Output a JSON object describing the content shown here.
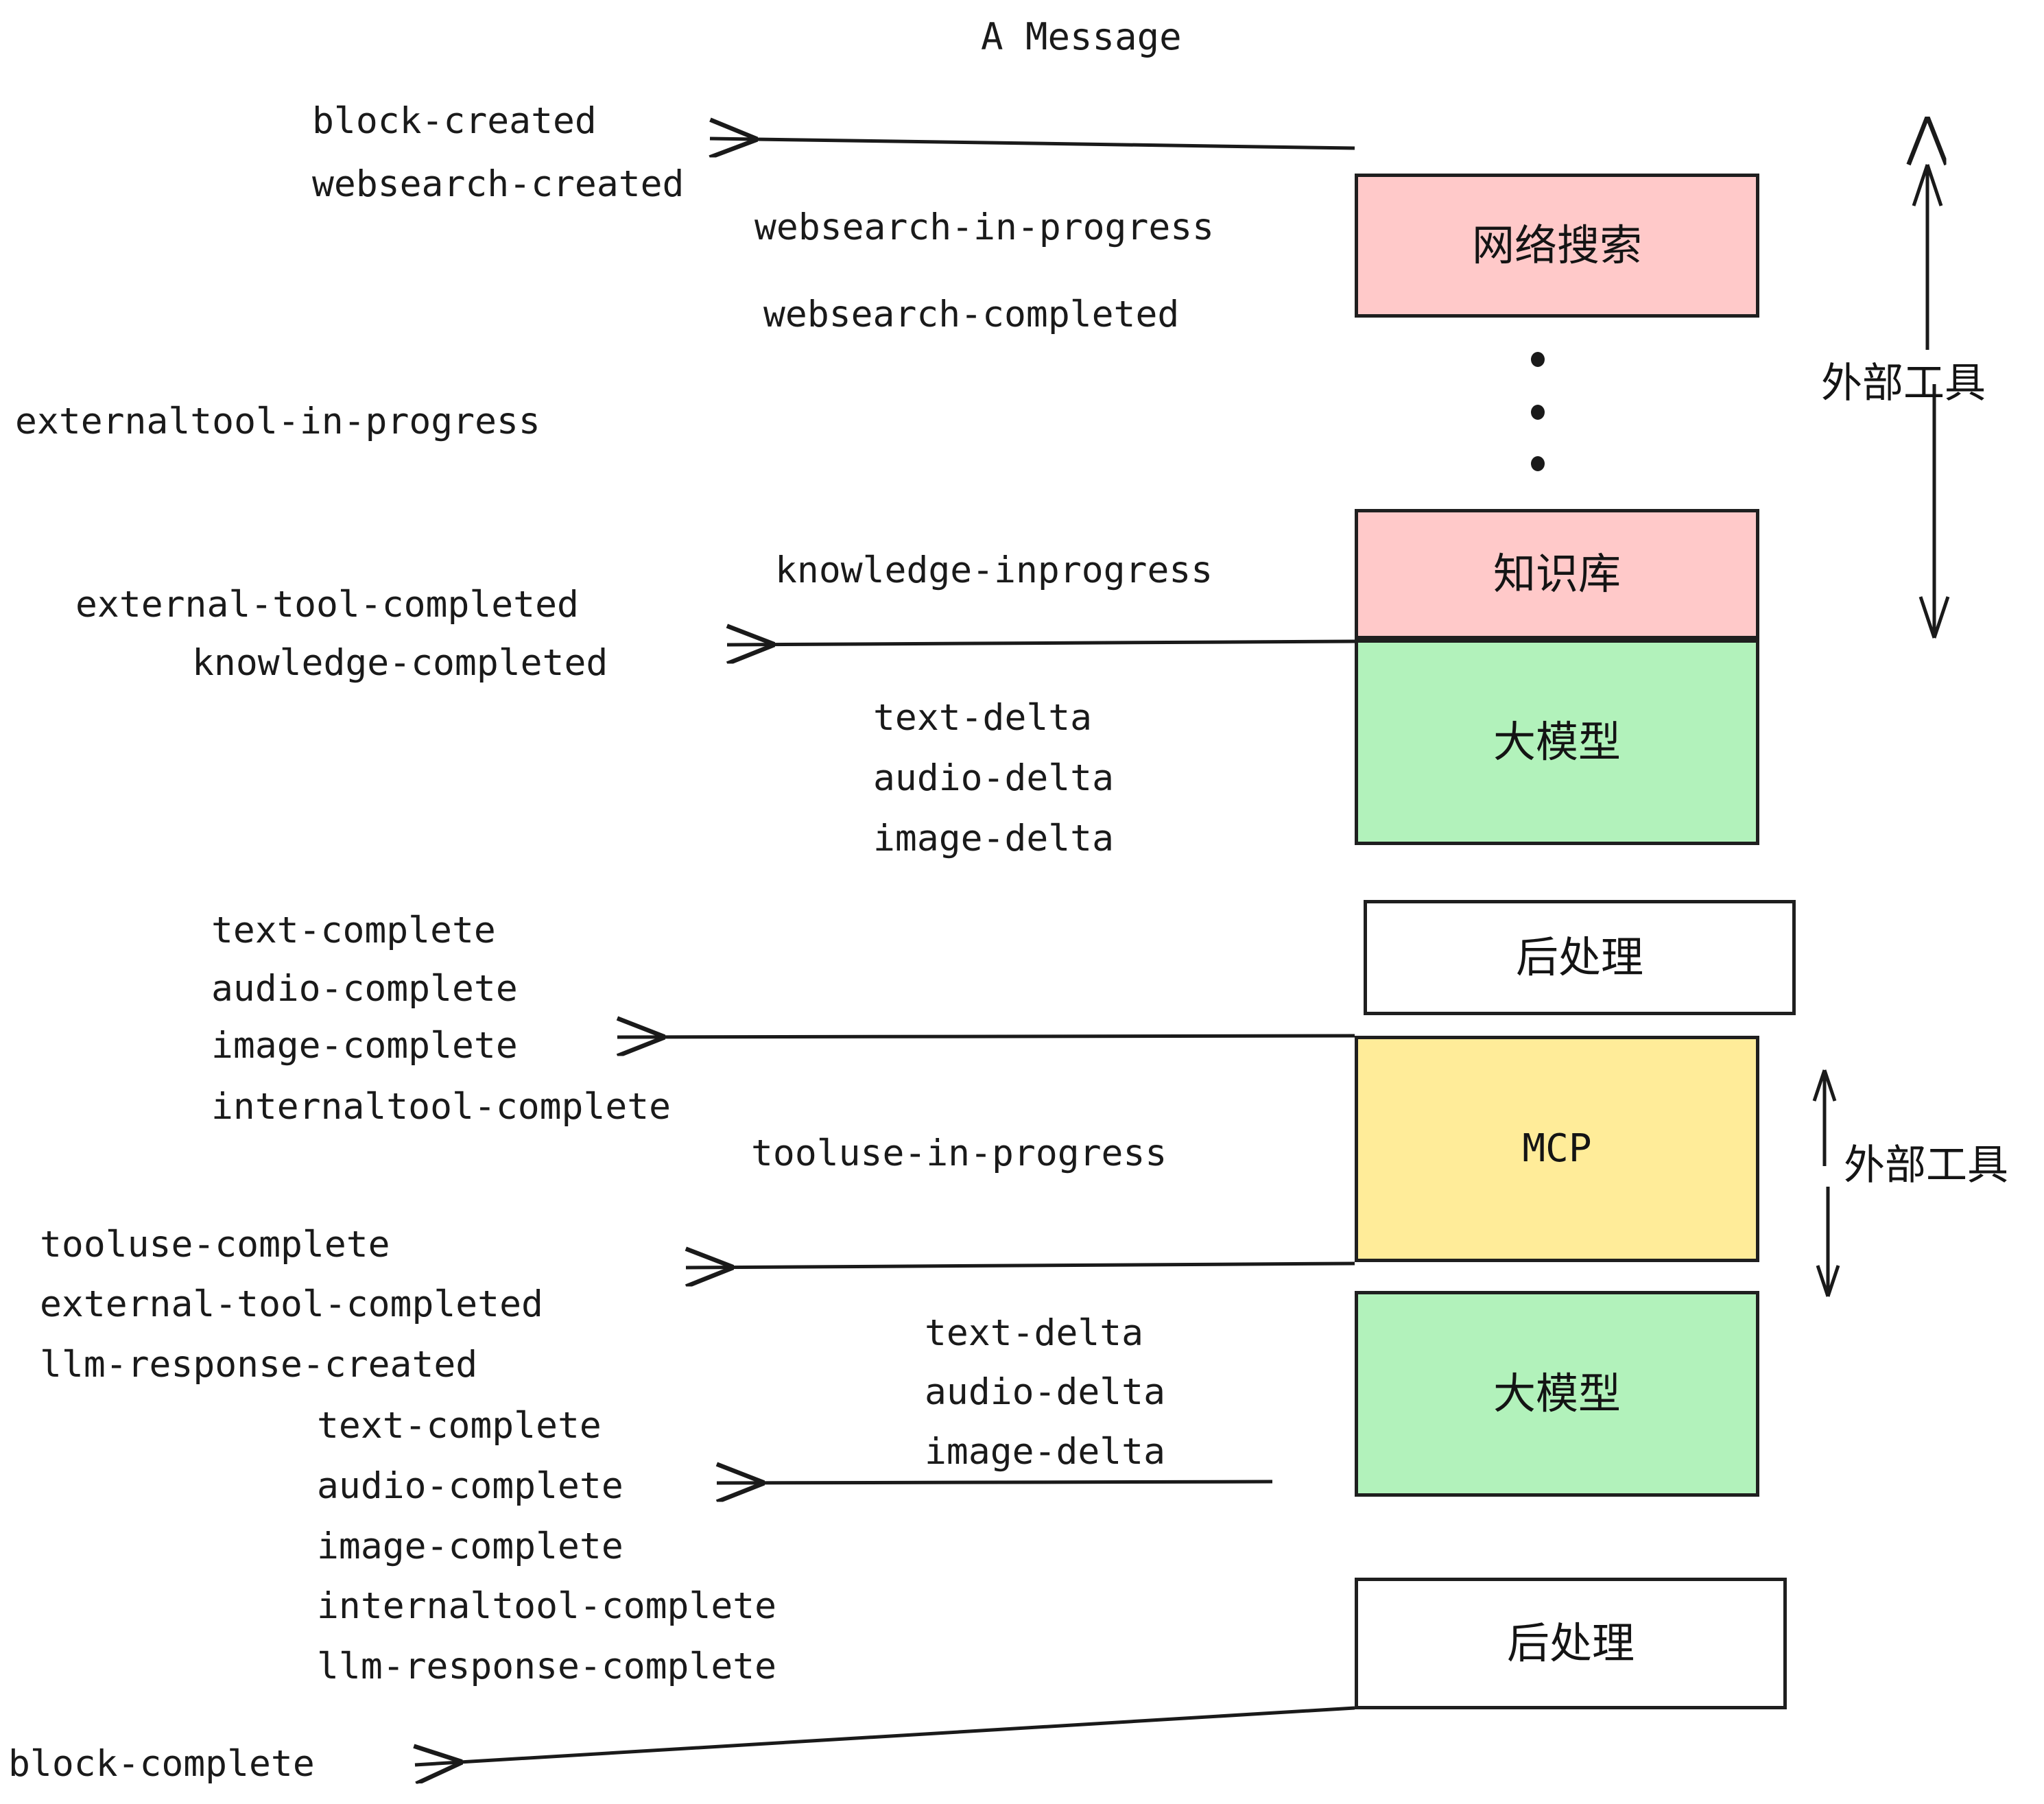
{
  "diagram": {
    "title": "A Message",
    "colors": {
      "pink": "#FFC9C9",
      "green": "#B2F2BB",
      "yellow": "#FFEC99",
      "white": "#FFFFFF",
      "stroke": "#1F1F1F",
      "text": "#1A1A1A"
    }
  },
  "nodes": [
    {
      "id": "websearch",
      "label": "网络搜索",
      "fill": "#FFC9C9"
    },
    {
      "id": "knowledge",
      "label": "知识库",
      "fill": "#FFC9C9"
    },
    {
      "id": "llm-1",
      "label": "大模型",
      "fill": "#B2F2BB"
    },
    {
      "id": "postproc-1",
      "label": "后处理",
      "fill": "#FFFFFF"
    },
    {
      "id": "mcp",
      "label": "MCP",
      "fill": "#FFEC99"
    },
    {
      "id": "llm-2",
      "label": "大模型",
      "fill": "#B2F2BB"
    },
    {
      "id": "postproc-2",
      "label": "后处理",
      "fill": "#FFFFFF"
    }
  ],
  "side_annotations": [
    {
      "id": "external-tools-top",
      "label": "外部工具"
    },
    {
      "id": "external-tools-bottom",
      "label": "外部工具"
    }
  ],
  "events": {
    "block_created": "block-created",
    "websearch_created": "websearch-created",
    "websearch_in_progress": "websearch-in-progress",
    "websearch_completed": "websearch-completed",
    "externaltool_in_progress": "externaltool-in-progress",
    "knowledge_inprogress": "knowledge-inprogress",
    "external_tool_completed_1": "external-tool-completed",
    "knowledge_completed": "knowledge-completed",
    "text_delta_1": "text-delta",
    "audio_delta_1": "audio-delta",
    "image_delta_1": "image-delta",
    "text_complete_1": "text-complete",
    "audio_complete_1": "audio-complete",
    "image_complete_1": "image-complete",
    "internaltool_complete_1": "internaltool-complete",
    "tooluse_in_progress": "tooluse-in-progress",
    "tooluse_complete": "tooluse-complete",
    "external_tool_completed_2": "external-tool-completed",
    "llm_response_created": "llm-response-created",
    "text_delta_2": "text-delta",
    "audio_delta_2": "audio-delta",
    "image_delta_2": "image-delta",
    "text_complete_2": "text-complete",
    "audio_complete_2": "audio-complete",
    "image_complete_2": "image-complete",
    "internaltool_complete_2": "internaltool-complete",
    "llm_response_complete": "llm-response-complete",
    "block_complete": "block-complete"
  }
}
